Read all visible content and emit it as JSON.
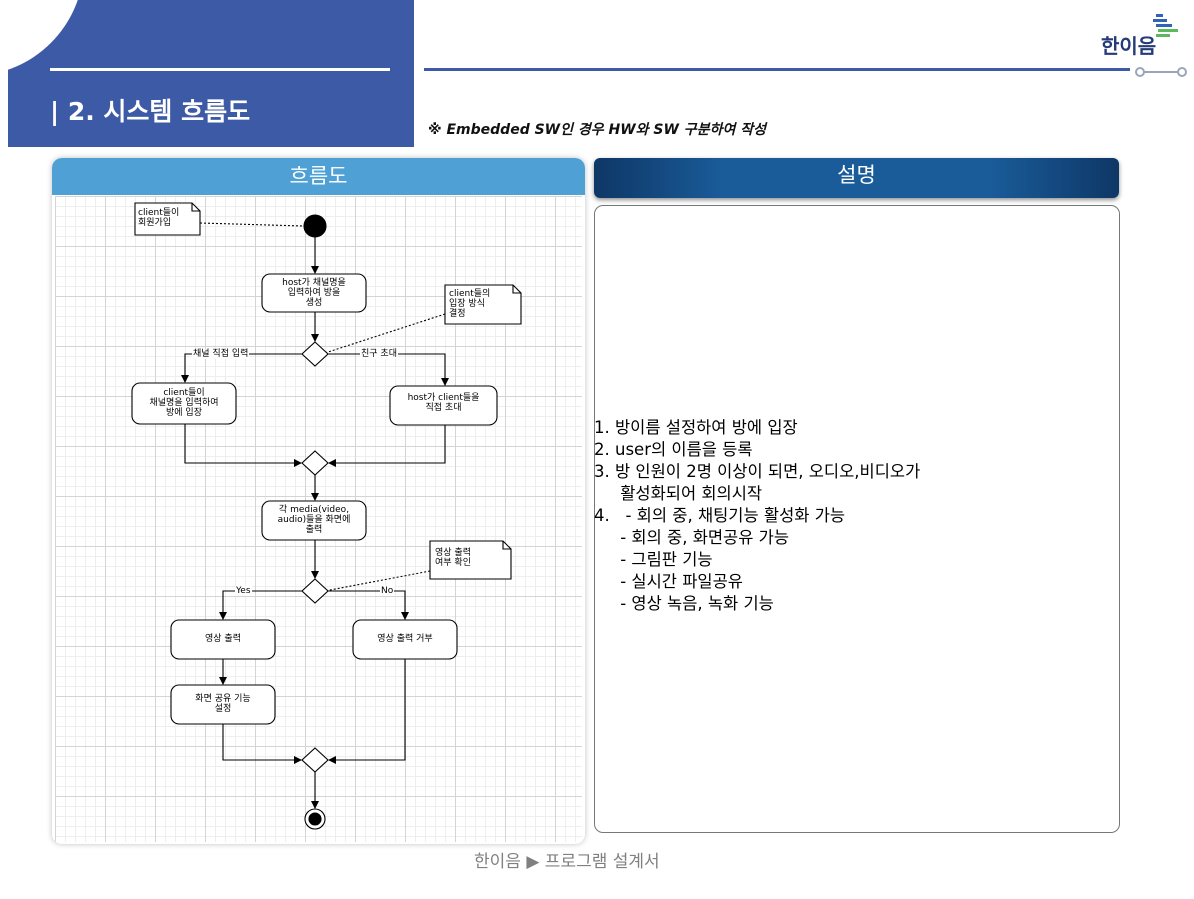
{
  "slide": {
    "section_title": "| 2. 시스템 흐름도",
    "note": "※ Embedded SW인 경우 HW와 SW 구분하여 작성",
    "logo_text": "한이음",
    "footer": "한이음 ▶ 프로그램 설계서"
  },
  "colors": {
    "header_band": "#3d5aa6",
    "flow_header": "#4fa0d4",
    "desc_header": "#1a5c9a",
    "logo_accent_blue": "#2f63b5",
    "logo_accent_green": "#5cb85c"
  },
  "flow_panel": {
    "header": "흐름도",
    "nodes": {
      "host_create": [
        "host가 채널명을",
        "입력하여 방을",
        "생성"
      ],
      "client_direct": [
        "client들이",
        "채널명을 입력하여",
        "방에 입장"
      ],
      "host_invite": [
        "host가 client들을",
        "직접 초대"
      ],
      "media_output": [
        "각 media(video,",
        "audio)들을 화면에",
        "출력"
      ],
      "video_output": [
        "영상 출력"
      ],
      "video_refuse": [
        "영상 출력 거부"
      ],
      "screen_share": [
        "화면 공유 기능",
        "설정"
      ]
    },
    "notes": {
      "client_signup": [
        "client들이",
        "회원가입"
      ],
      "entry_method": [
        "client들의",
        "입장 방식",
        "결정"
      ],
      "video_check": [
        "영상 출력",
        "여부 확인"
      ]
    },
    "edge_labels": {
      "direct_input": "채널 직접 입력",
      "friend_invite": "친구 초대",
      "yes": "Yes",
      "no": "No"
    }
  },
  "description_panel": {
    "header": "설명",
    "lines": [
      "1. 방이름 설정하여 방에 입장",
      "2. user의 이름을 등록",
      "3. 방 인원이 2명 이상이 되면, 오디오,비디오가",
      "     활성화되어 회의시작",
      "4.   - 회의 중, 채팅기능 활성화 가능",
      "     - 회의 중, 화면공유 가능",
      "     - 그림판 기능",
      "     - 실시간 파일공유",
      "     - 영상 녹음, 녹화 기능"
    ]
  }
}
